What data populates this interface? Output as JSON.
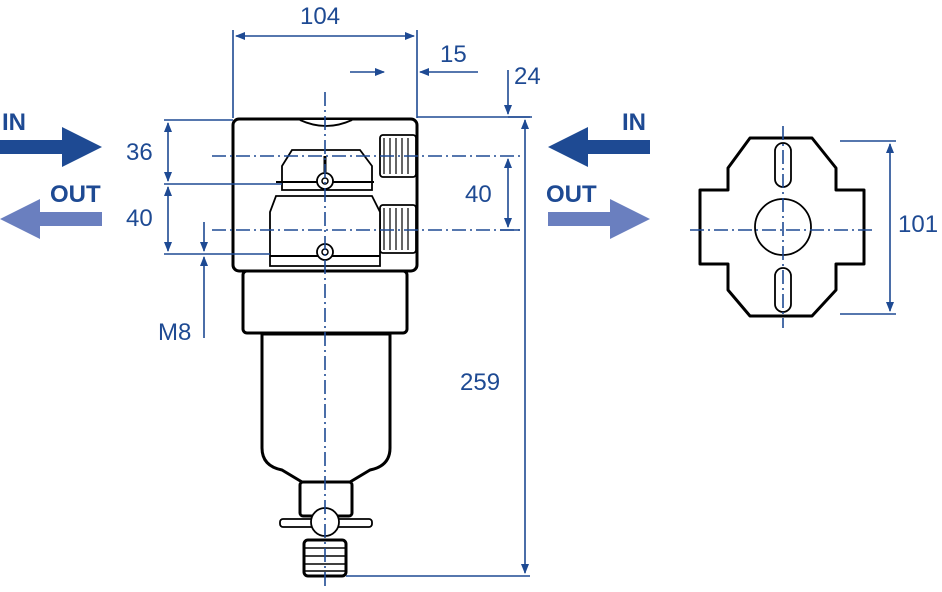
{
  "dimensions": {
    "top_width": "104",
    "port_offset": "15",
    "top_offset": "24",
    "upper_spacing": "36",
    "lower_spacing": "40",
    "port_spacing": "40",
    "mount_thread": "M8",
    "total_height": "259",
    "side_width": "101"
  },
  "flow_labels": {
    "left_in": "IN",
    "left_out": "OUT",
    "right_in": "IN",
    "right_out": "OUT"
  },
  "colors": {
    "dimension_blue": "#1e4a93",
    "arrow_in": "#1e4a93",
    "arrow_out": "#6a7fbf",
    "outline": "#000000"
  }
}
